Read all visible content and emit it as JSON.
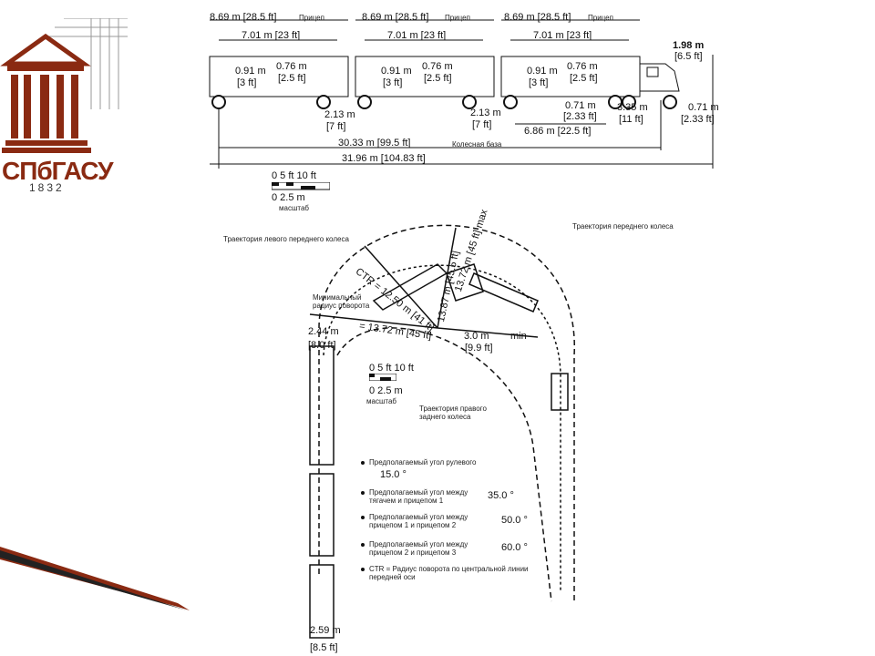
{
  "logo": {
    "name": "СПбГАСУ",
    "year": "1832"
  },
  "side_view": {
    "trailer_length": "8.69 m [28.5 ft]",
    "trailer_label": "Прицеп",
    "body_length": "7.01 m [23 ft]",
    "front_overhang_m": "0.91 m",
    "front_overhang_ft": "[3 ft]",
    "rear_overhang_m": "0.76 m",
    "rear_overhang_ft": "[2.5 ft]",
    "cab_height_m": "1.98 m",
    "cab_height_ft": "[6.5 ft]",
    "hitch_m": "2.13 m",
    "hitch_ft": "[7 ft]",
    "hitch_offset_m": "0.71 m",
    "hitch_offset_ft": "[2.33 ft]",
    "tractor_wb_m": "3.35 m",
    "tractor_wb_ft": "[11 ft]",
    "front_overhang2_m": "0.71 m",
    "front_overhang2_ft": "[2.33 ft]",
    "kingpin_m": "6.86 m [22.5 ft]",
    "wheelbase_total": "30.33 m [99.5 ft]",
    "wheelbase_label": "Колесная база",
    "overall_length": "31.96 m [104.83 ft]",
    "scale_ft": "0   5 ft   10 ft",
    "scale_m": "0      2.5 m",
    "scale_label": "масштаб"
  },
  "plan_view": {
    "left_front_path": "Траектория левого переднего колеса",
    "front_path": "Траектория переднего колеса",
    "ctr_radius": "CTR = 12.50 m [41 ft]",
    "max_radius": "13.72 m [45 ft] max",
    "inner_radius": "13.87 m [45.5 ft]",
    "min_radius_label": "Минимальный радиус поворота",
    "outer_radius": "= 13.72 m [45 ft]",
    "clearance_m": "3.0 m",
    "clearance_ft": "[9.9 ft]",
    "clearance_min": "min",
    "track_m": "2.44 m",
    "track_ft": "[8.0 ft]",
    "scale_ft": "0  5 ft 10 ft",
    "scale_m": "0    2.5 m",
    "scale_label": "масштаб",
    "rear_path": "Траектория правого заднего колеса",
    "width_m": "2.59 m",
    "width_ft": "[8.5 ft]"
  },
  "notes": [
    {
      "text": "Предполагаемый угол рулевого",
      "value": "15.0 °"
    },
    {
      "text": "Предполагаемый угол между тягачем и прицепом 1",
      "value": "35.0 °"
    },
    {
      "text": "Предполагаемый угол между прицепом 1 и прицепом 2",
      "value": "50.0 °"
    },
    {
      "text": "Предполагаемый угол между прицепом 2 и прицепом 3",
      "value": "60.0 °"
    },
    {
      "text": "CTR = Радиус поворота по центральной линии передней оси",
      "value": ""
    }
  ]
}
